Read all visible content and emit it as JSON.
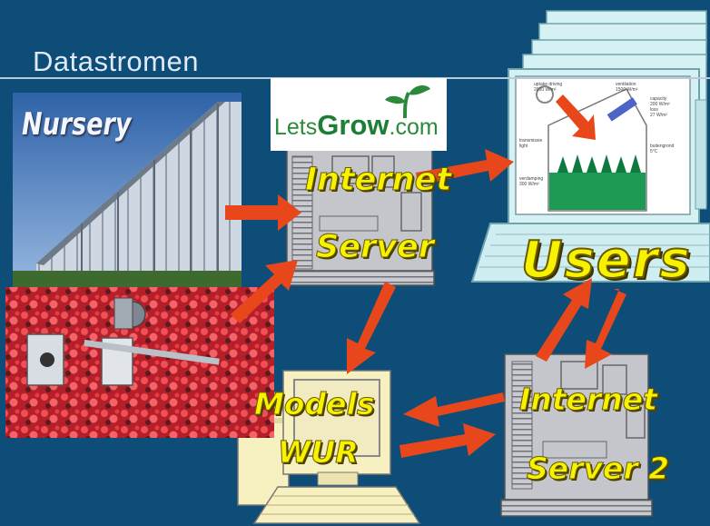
{
  "slide": {
    "title": "Datastromen",
    "labels": {
      "nursery": "Nursery",
      "internet_server_line1": "Internet",
      "internet_server_line2": "Server",
      "users": "Users",
      "models_line1": "Models",
      "models_line2": "WUR",
      "server2_line1": "Internet",
      "server2_line2": "Server 2"
    },
    "logo": {
      "part1": "Lets",
      "part2": "Grow",
      "part3": ".com"
    },
    "screen_texts": {
      "t1": "uptake driving",
      "t2": "2000 W/m²",
      "t3": "ventilation",
      "t4": "1500 W/m²",
      "t5": "capacity",
      "t6": "200 W/m²",
      "t7": "loss",
      "t8": "27 W/m²",
      "t9": "transmissie",
      "t10": "light",
      "t11": "verdamping",
      "t12": "300 W/m²",
      "t13": "buitengrond",
      "t14": "5°C"
    }
  },
  "colors": {
    "background": "#0d4d78",
    "arrow": "#e8471c",
    "label_yellow": "#f7f200",
    "computer_grey": "#c4c6cc",
    "laptop_cyan": "#d6f1f4",
    "monitor_cream": "#f7f0c0"
  }
}
